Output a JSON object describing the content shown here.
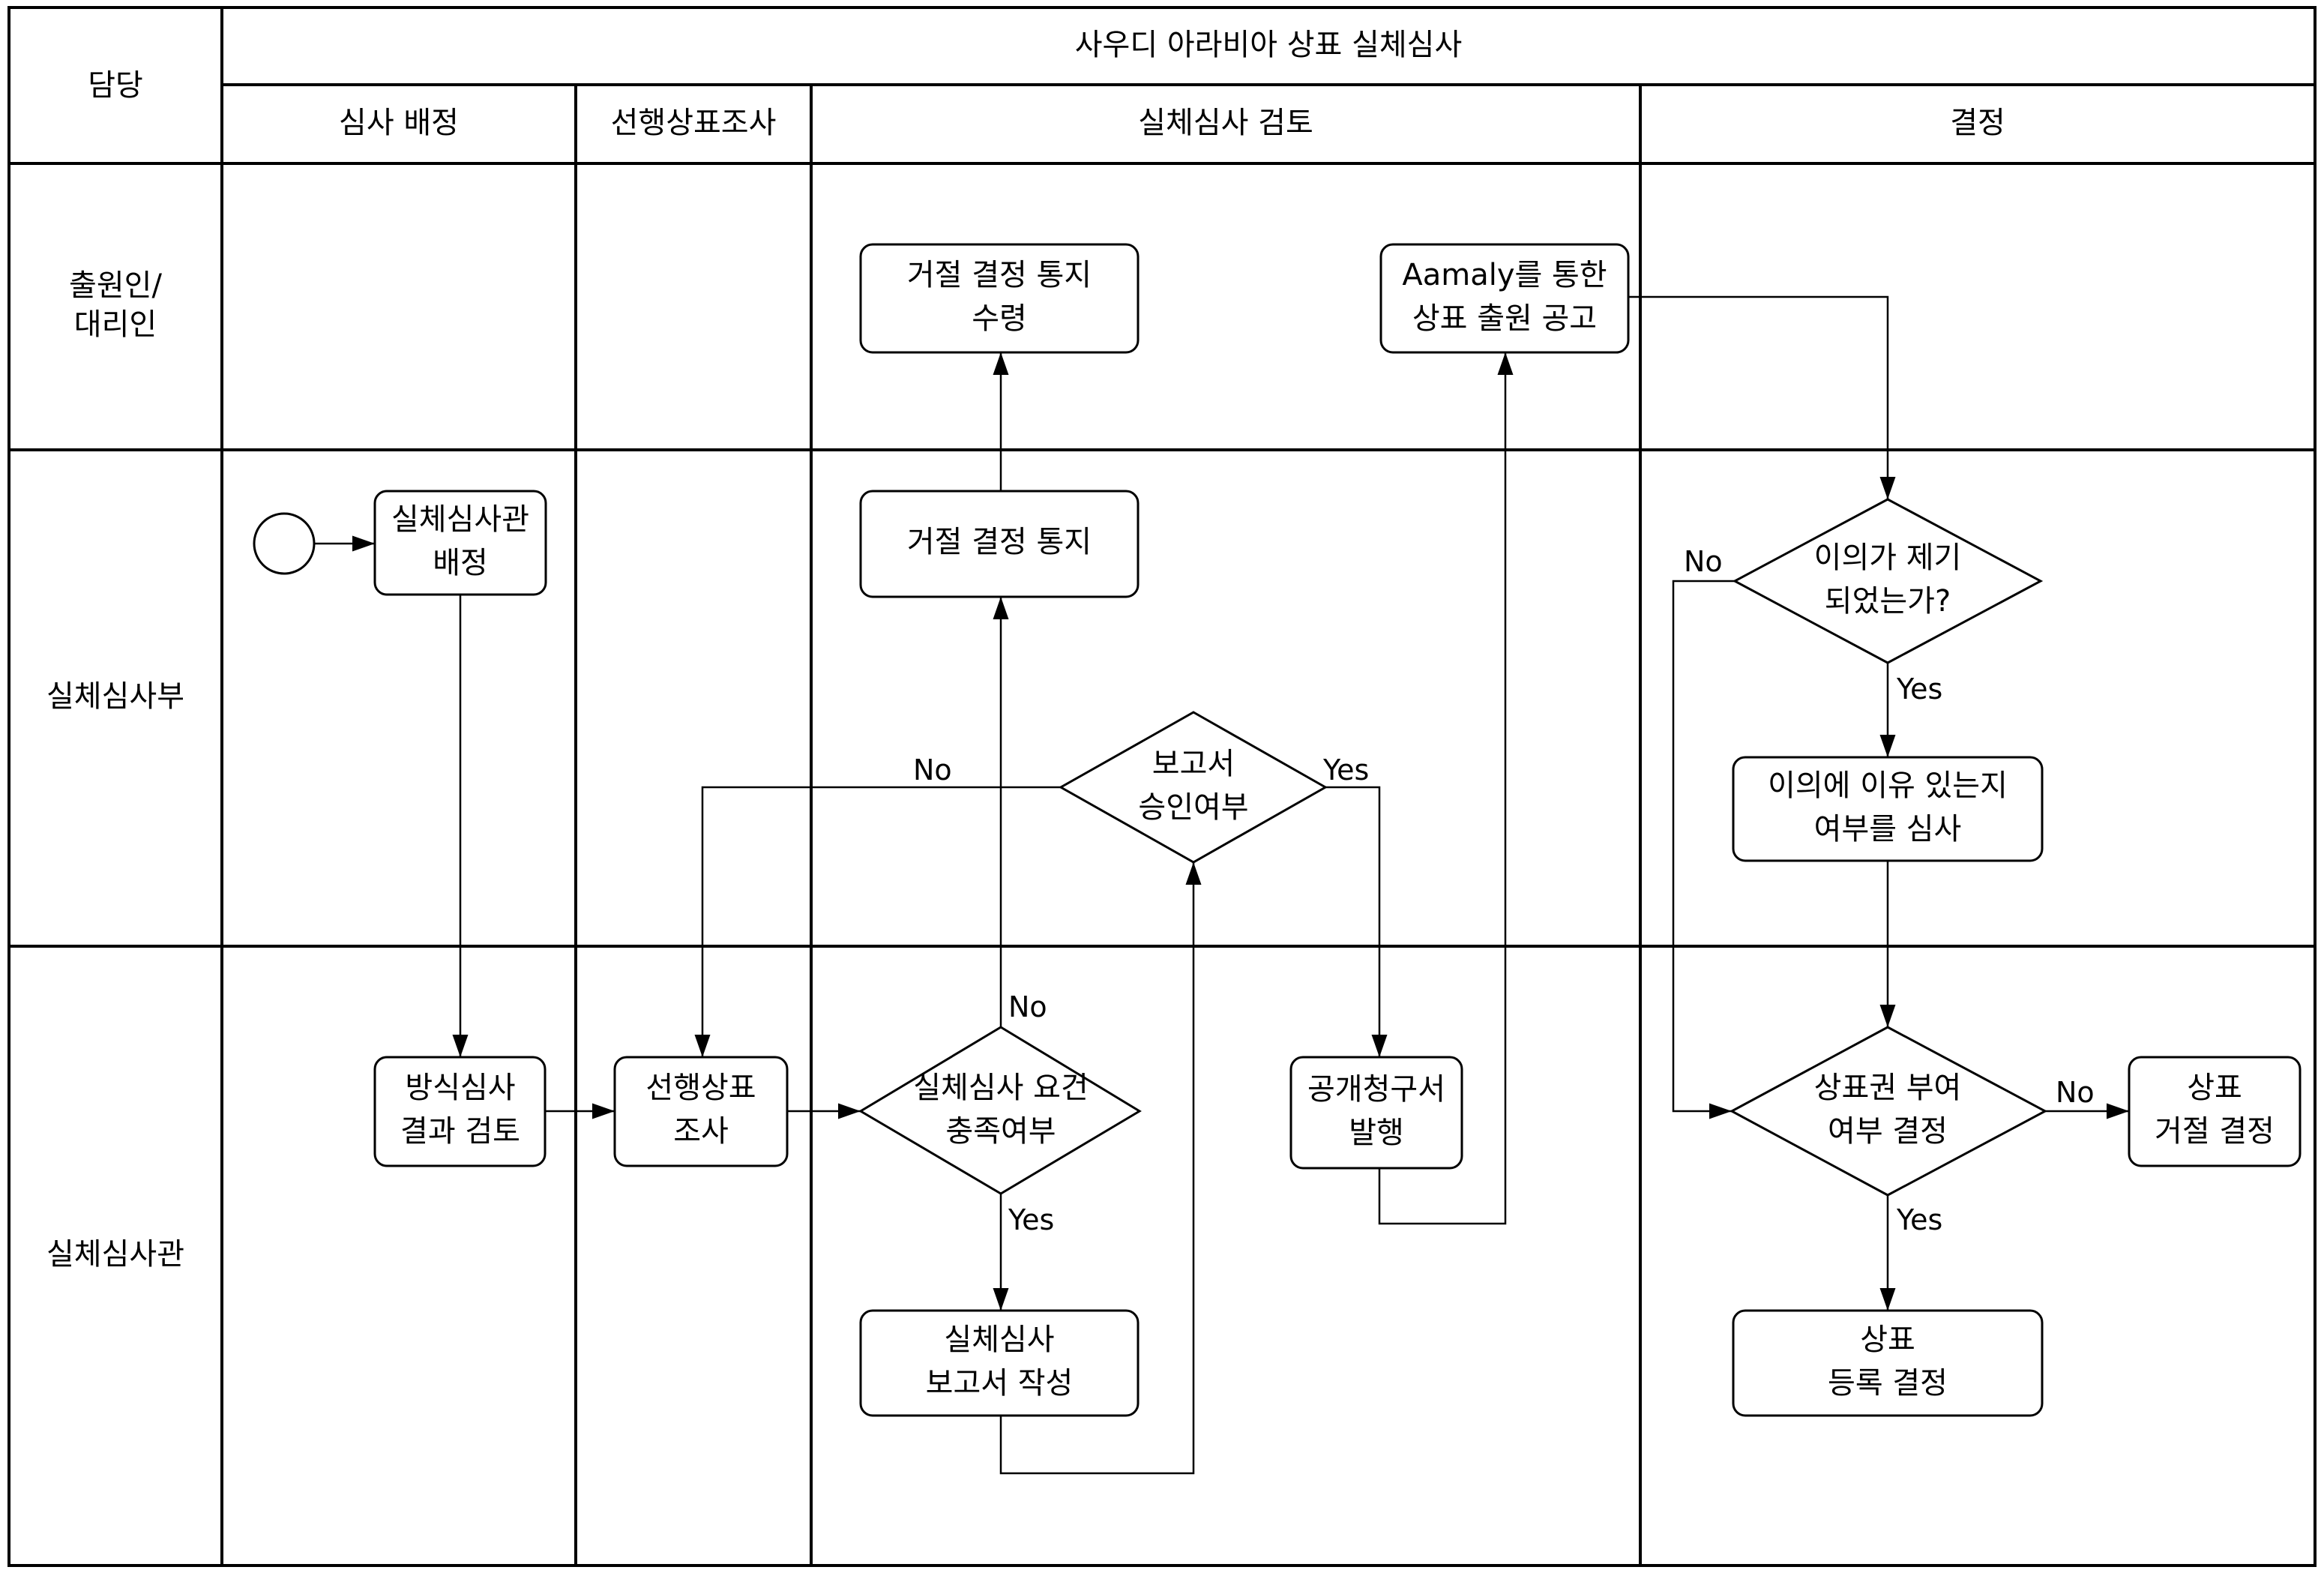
{
  "header": {
    "role_label": "담당",
    "title": "사우디 아라비아 상표 실체심사",
    "phases": [
      "심사 배정",
      "선행상표조사",
      "실체심사 검토",
      "결정"
    ]
  },
  "lanes": [
    "출원인/\n대리인",
    "실체심사부",
    "실체심사관"
  ],
  "nodes": {
    "reject_receipt": "거절 결정 통지\n수령",
    "aamaly_publication": "Aamaly를 통한\n상표 출원 공고",
    "assign_examiner": "실체심사관\n배정",
    "reject_notice": "거절 결정 통지",
    "report_approval": "보고서\n승인여부",
    "opposition_filed": "이의가 제기\n되었는가?",
    "review_opposition": "이의에 이유 있는지\n여부를 심사",
    "formal_review": "방식심사\n결과 검토",
    "prior_search": "선행상표\n조사",
    "requirements_met": "실체심사 요건\n충족여부",
    "publication_request": "공개청구서\n발행",
    "grant_decision": "상표권 부여\n여부 결정",
    "refusal_decision": "상표\n거절 결정",
    "write_report": "실체심사\n보고서 작성",
    "registration_decision": "상표\n등록 결정"
  },
  "edge_labels": {
    "yes": "Yes",
    "no": "No"
  }
}
